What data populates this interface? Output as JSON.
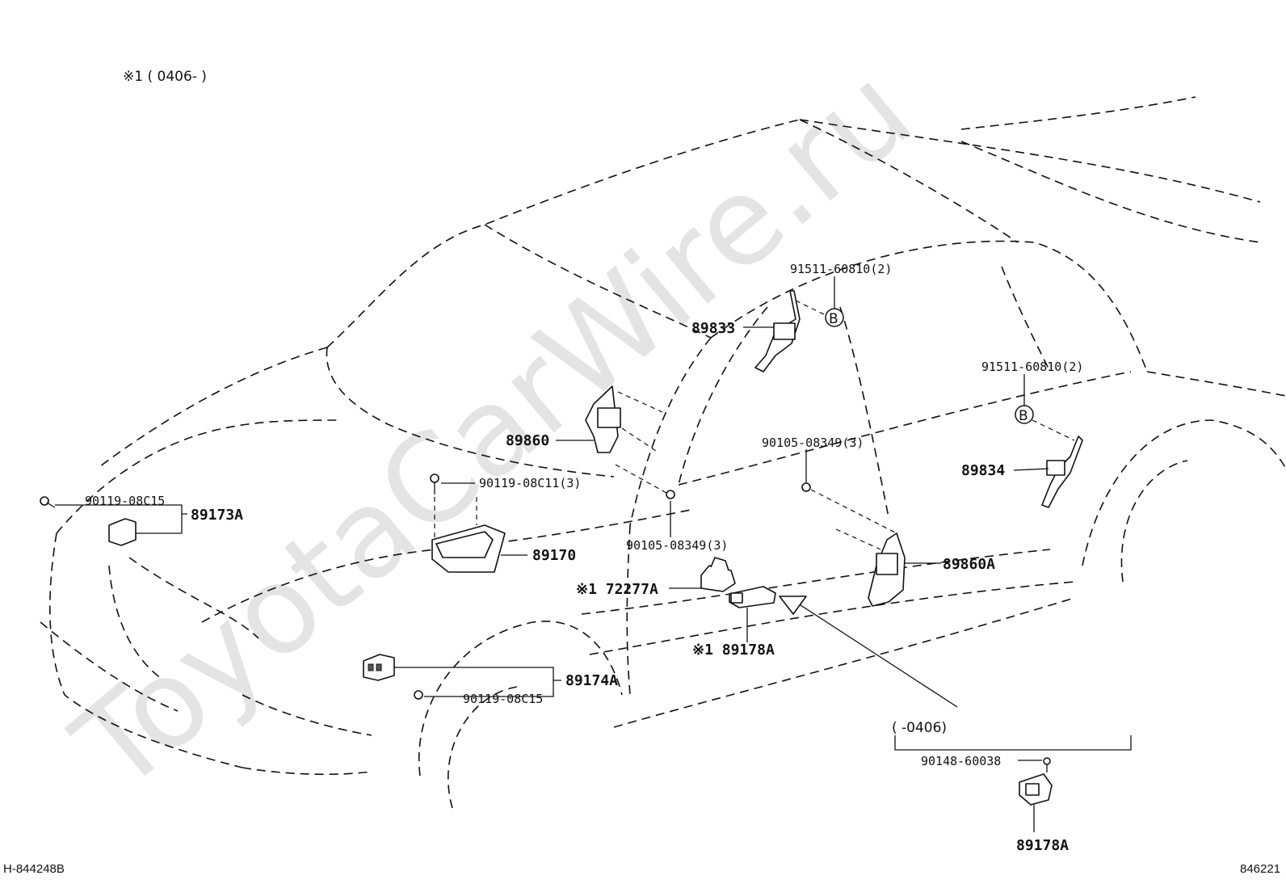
{
  "header_note": "※1 ( 0406-        )",
  "inset_note": "(       -0406)",
  "watermark": "ToyotaCarWire.ru",
  "footer_left": "H-844248B",
  "footer_right": "846221",
  "circle_marker": "B",
  "labels": {
    "p91511_top": "91511-60810(2)",
    "p89833": "89833",
    "p91511_right": "91511-60810(2)",
    "p89860": "89860",
    "p90105_mid": "90105-08349(3)",
    "p89834": "89834",
    "p90119_c11": "90119-08C11(3)",
    "p90119_c15_left": "90119-08C15",
    "p89173a": "89173A",
    "p89170": "89170",
    "p90105_low": "90105-08349(3)",
    "p89860a": "89860A",
    "p72277a": "※1 72277A",
    "p89178a_mid": "※1 89178A",
    "p89174a": "89174A",
    "p90119_c15_low": "90119-08C15",
    "p90148": "90148-60038",
    "p89178a_inset": "89178A"
  }
}
